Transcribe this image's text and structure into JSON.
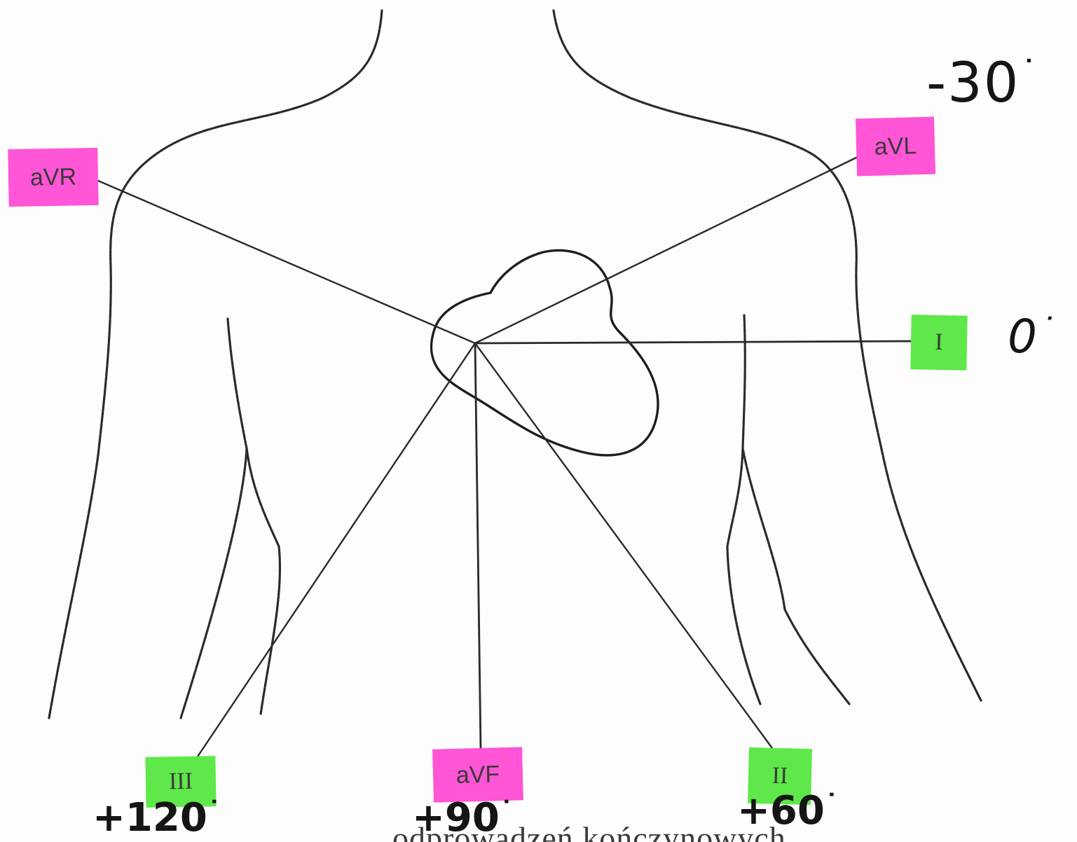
{
  "diagram": {
    "leads": {
      "aVR": "aVR",
      "aVL": "aVL",
      "I": "I",
      "III": "III",
      "aVF": "aVF",
      "II": "II"
    },
    "angles": {
      "aVL": "-30",
      "I": "0",
      "III": "+120",
      "aVF": "+90",
      "II": "+60"
    },
    "degree_mark": "˙",
    "caption": "odprowadzeń kończynowych"
  },
  "colors": {
    "augmented_lead": "#ff55d6",
    "limb_lead": "#5fe84a",
    "line": "#2a2a2a"
  }
}
